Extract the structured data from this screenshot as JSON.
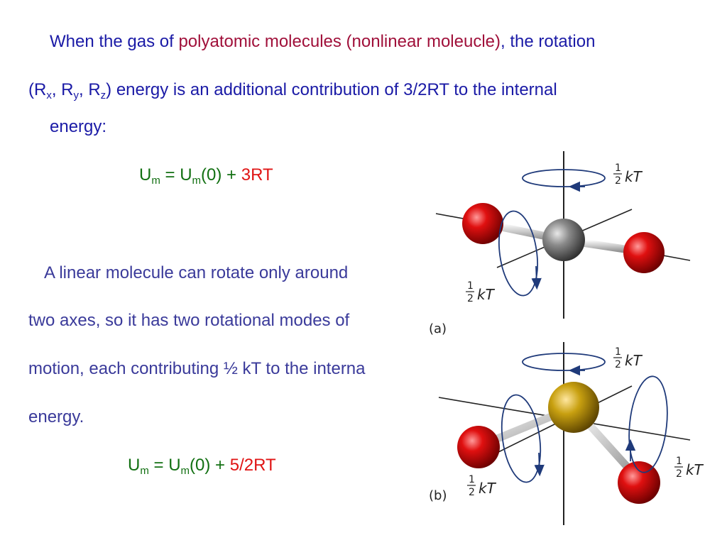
{
  "para1": {
    "line1": {
      "pre": "When the gas of ",
      "highlight": "polyatomic molecules (nonlinear moleucle)",
      "post": ", the rotation"
    },
    "line2": {
      "open": "(R",
      "sub_x": "x",
      "sep1": ", R",
      "sub_y": "y",
      "sep2": ", R",
      "sub_z": "z",
      "rest": ") energy is an additional contribution of 3/2RT to the internal"
    },
    "line3": "energy:"
  },
  "equation1": {
    "u": "U",
    "u_sub": "m",
    "eq": " = U",
    "um_sub": "m",
    "zero": "(0) + ",
    "term": "3RT"
  },
  "para2": {
    "line1": "A linear molecule can rotate only around",
    "line2": "two axes, so it has two rotational modes of",
    "line3": "motion, each contributing ½ kT to the interna",
    "line4": "energy."
  },
  "equation2": {
    "u": "U",
    "u_sub": "m",
    "eq": " = U",
    "um_sub": "m",
    "zero": "(0) + ",
    "term": "5/2RT"
  },
  "figure_a": {
    "panel_label": "(a)",
    "energy_label": "kT",
    "frac_num": "1",
    "frac_den": "2",
    "colors": {
      "oxygen": "#e01010",
      "carbon": "#8a8a8a",
      "ring": "#1f3a7a"
    }
  },
  "figure_b": {
    "panel_label": "(b)",
    "energy_label": "kT",
    "frac_num": "1",
    "frac_den": "2",
    "colors": {
      "oxygen": "#e01010",
      "sulfur": "#c8a010",
      "ring": "#1f3a7a"
    }
  }
}
